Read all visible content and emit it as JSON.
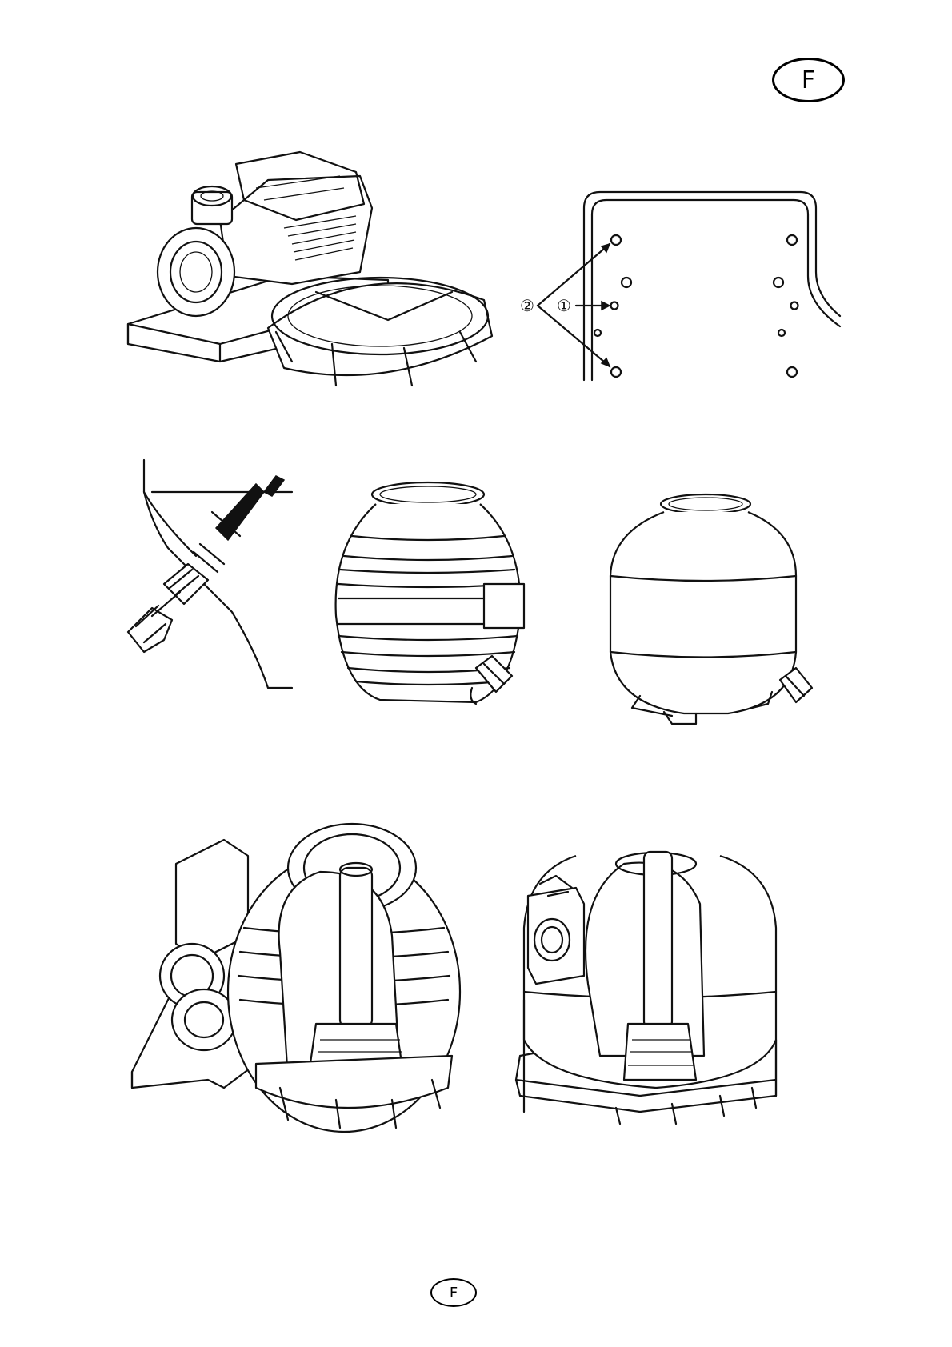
{
  "page": {
    "top_badge_label": "F",
    "bottom_badge_label": "F"
  },
  "illustrations": {
    "callout_1": "①",
    "callout_2": "②"
  }
}
